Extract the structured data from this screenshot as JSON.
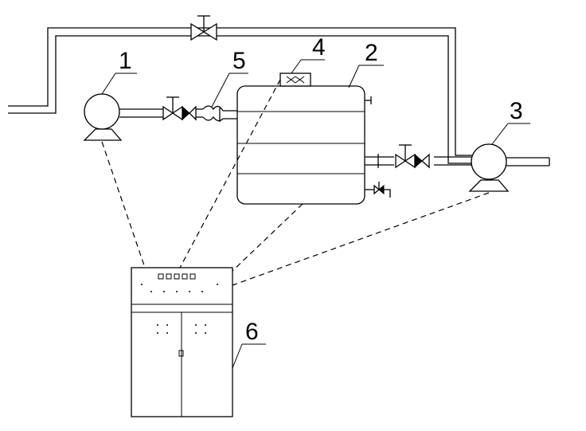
{
  "labels": {
    "pump_in": "1",
    "tank": "2",
    "pump_out": "3",
    "sensor": "4",
    "connector": "5",
    "cabinet": "6"
  }
}
